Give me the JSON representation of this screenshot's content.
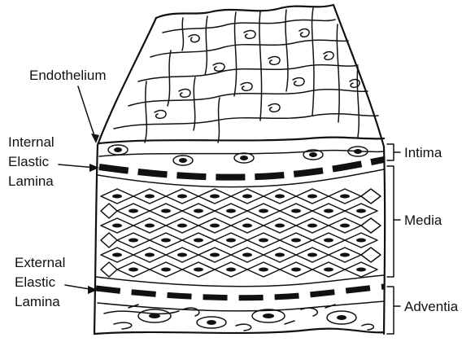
{
  "labels": {
    "endothelium": "Endothelium",
    "internal_elastic_lamina": [
      "Internal",
      "Elastic",
      "Lamina"
    ],
    "external_elastic_lamina": [
      "External",
      "Elastic",
      "Lamina"
    ],
    "intima": "Intima",
    "media": "Media",
    "adventia": "Adventia"
  }
}
